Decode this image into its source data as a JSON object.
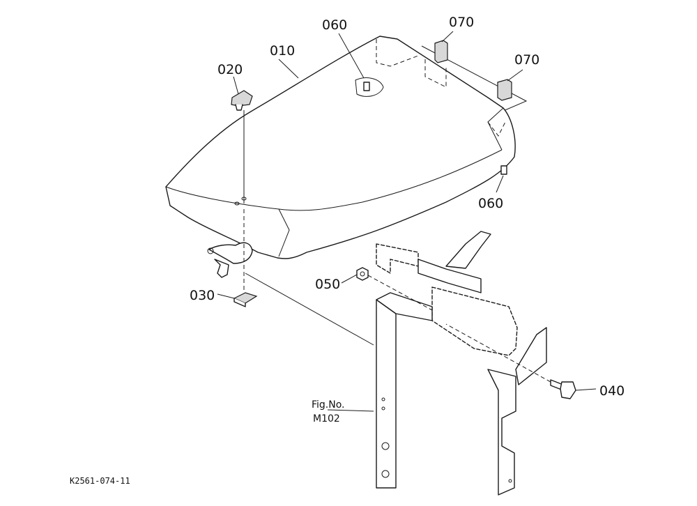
{
  "callouts": {
    "c010": "010",
    "c020": "020",
    "c030": "030",
    "c040": "040",
    "c050": "050",
    "c060_top": "060",
    "c060_right": "060",
    "c070_left": "070",
    "c070_right": "070"
  },
  "reference": {
    "line1": "Fig.No.",
    "line2": "M102"
  },
  "drawing_code": "K2561-074-11"
}
